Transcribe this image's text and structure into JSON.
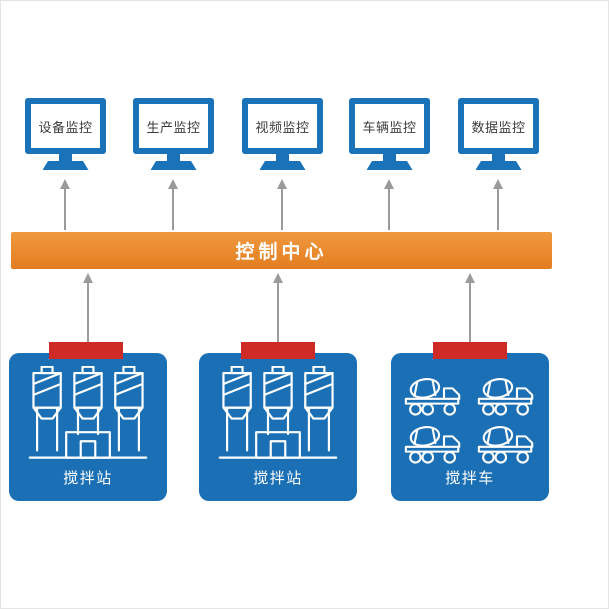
{
  "monitors": [
    {
      "label": "设备监控"
    },
    {
      "label": "生产监控"
    },
    {
      "label": "视频监控"
    },
    {
      "label": "车辆监控"
    },
    {
      "label": "数据监控"
    }
  ],
  "control_center": {
    "label": "控制中心"
  },
  "stations": [
    {
      "label": "搅拌站",
      "icon": "batching-plant-icon"
    },
    {
      "label": "搅拌站",
      "icon": "batching-plant-icon"
    },
    {
      "label": "搅拌车",
      "icon": "mixer-truck-icon"
    }
  ],
  "colors": {
    "monitor_blue": "#1a72b8",
    "panel_blue": "#1a6fb5",
    "bar_orange": "#e8862d",
    "tab_red": "#ce2a26",
    "arrow_gray": "#9b9b9b"
  }
}
